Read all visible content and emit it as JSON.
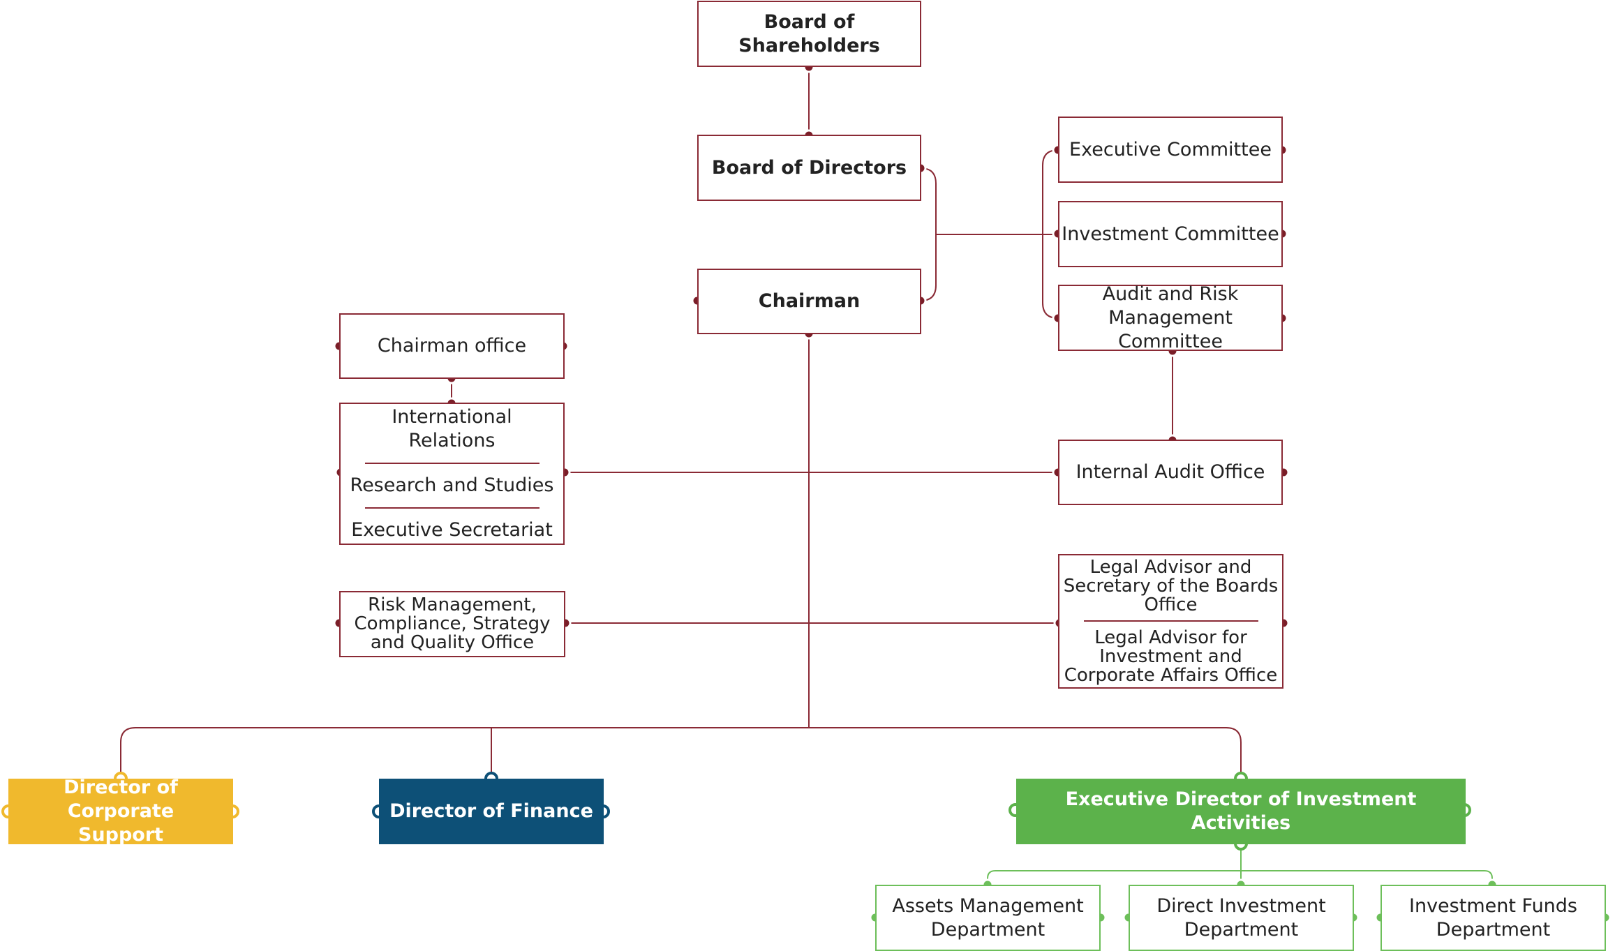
{
  "colors": {
    "line_red": "#8a2a35",
    "line_green": "#6dbf5a",
    "support_fill": "#f0b92d",
    "finance_fill": "#0d5077",
    "investment_fill": "#5cb24b"
  },
  "top": {
    "shareholders": "Board of Shareholders",
    "directors": "Board of Directors",
    "chairman": "Chairman"
  },
  "committees": {
    "executive": "Executive Committee",
    "investment": "Investment Committee",
    "audit_risk_line1": "Audit and Risk",
    "audit_risk_line2": "Management Committee"
  },
  "internal_audit": "Internal Audit Office",
  "chairman_office": "Chairman office",
  "office_units": {
    "international": "International Relations",
    "research": "Research and Studies",
    "secretariat": "Executive Secretariat"
  },
  "risk_office": {
    "line1": "Risk Management,",
    "line2": "Compliance, Strategy",
    "line3": "and Quality Office"
  },
  "legal": {
    "a1": "Legal Advisor and",
    "a2": "Secretary of the Boards",
    "a3": "Office",
    "b1": "Legal Advisor for",
    "b2": "Investment and",
    "b3": "Corporate Affairs Office"
  },
  "directors_row": {
    "support_line1": "Director of Corporate",
    "support_line2": "Support",
    "finance": "Director of Finance",
    "investment": "Executive Director of Investment Activities"
  },
  "departments": {
    "assets_line1": "Assets Management",
    "assets_line2": "Department",
    "direct_line1": "Direct Investment",
    "direct_line2": "Department",
    "funds_line1": "Investment Funds",
    "funds_line2": "Department"
  }
}
